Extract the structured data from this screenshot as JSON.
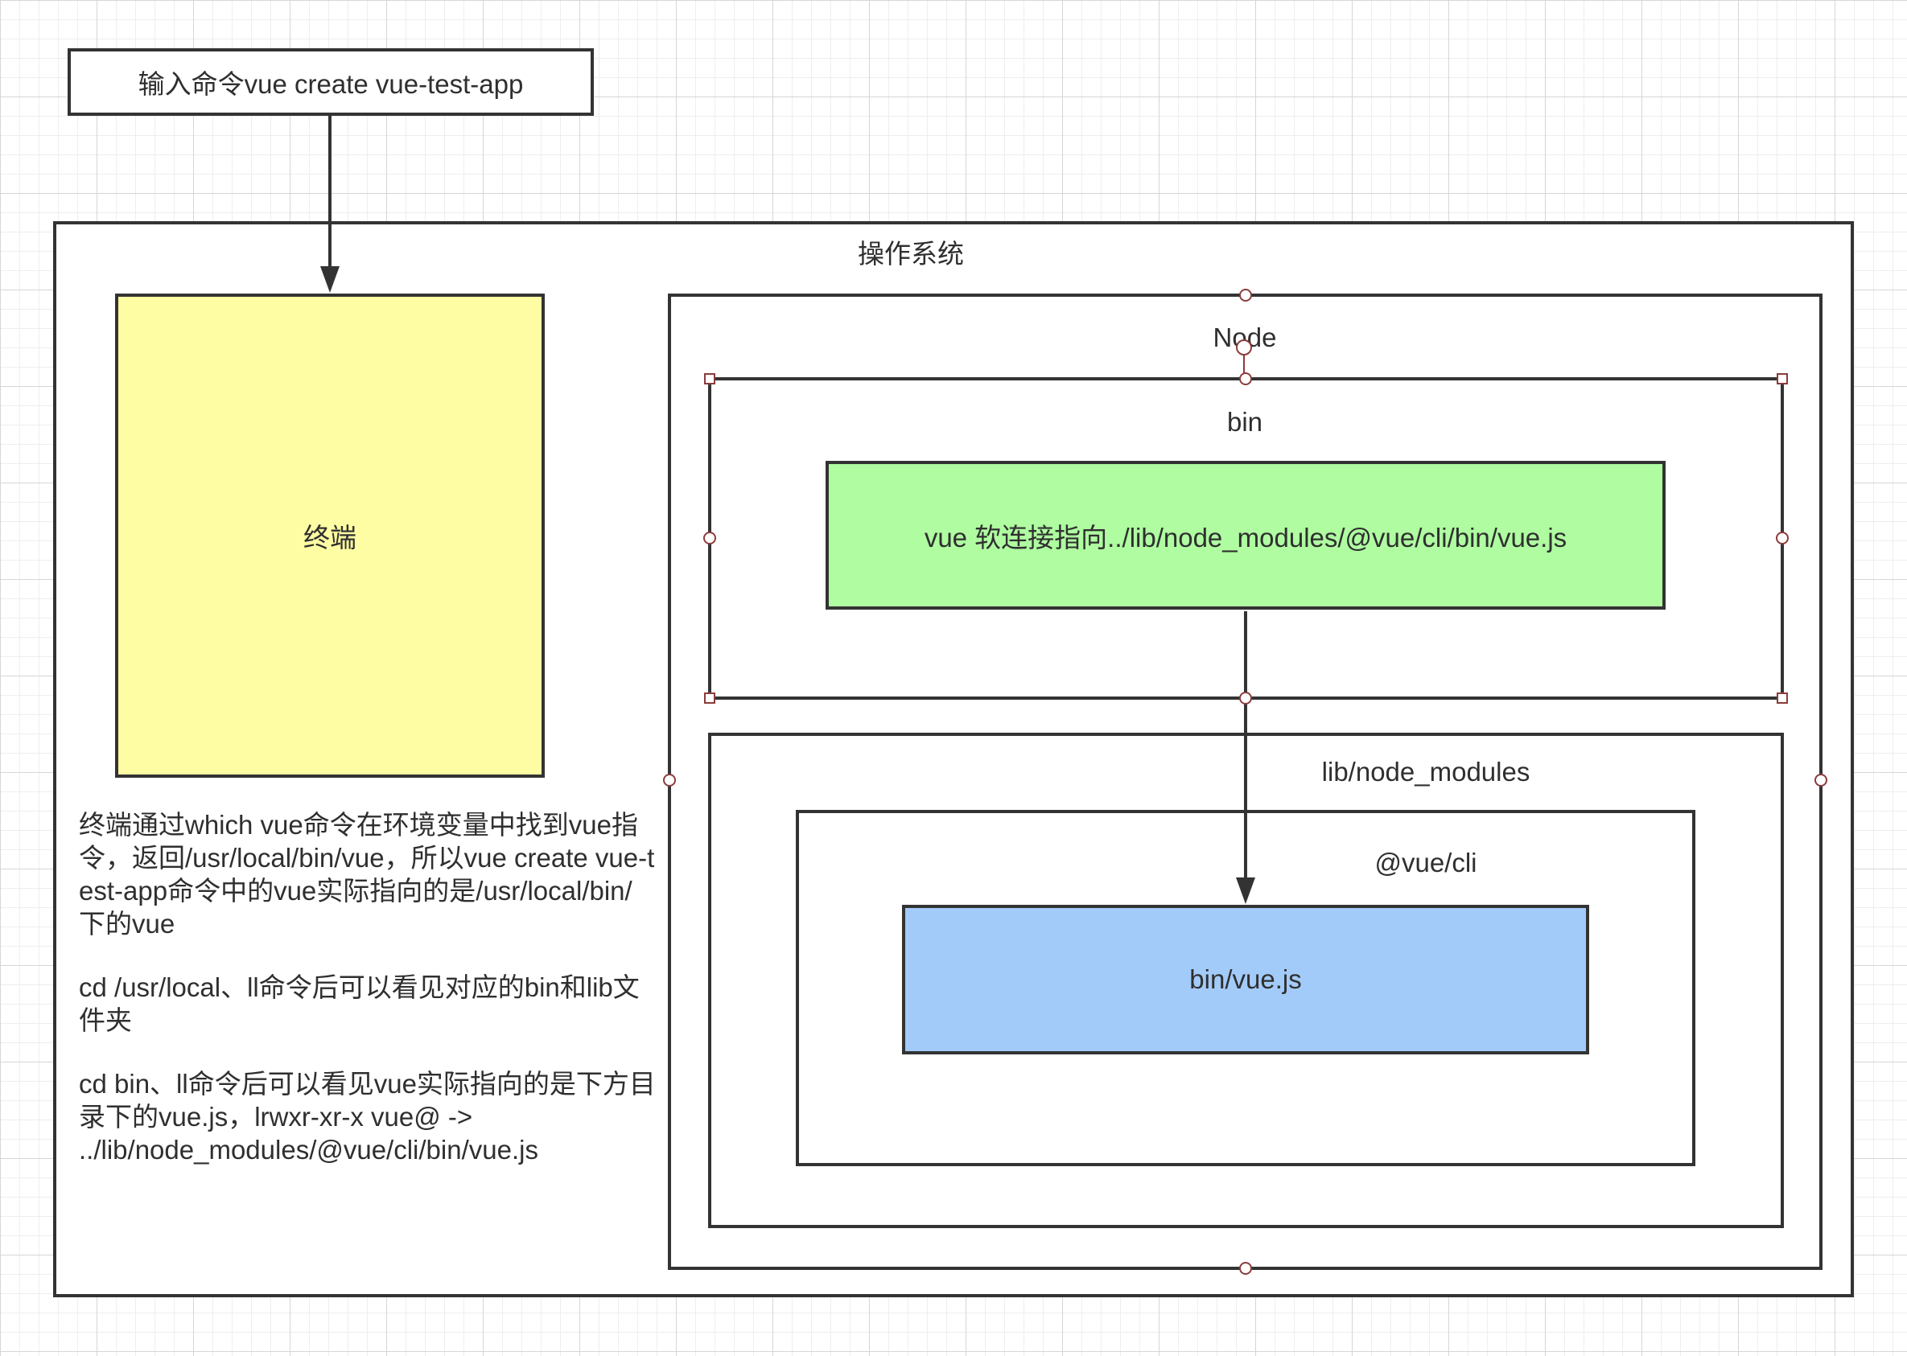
{
  "command_box": {
    "text": "输入命令vue create vue-test-app"
  },
  "os_box": {
    "title": "操作系统"
  },
  "terminal_box": {
    "text": "终端"
  },
  "node_box": {
    "title": "Node"
  },
  "bin_box": {
    "title": "bin"
  },
  "symlink_box": {
    "text": "vue 软连接指向../lib/node_modules/@vue/cli/bin/vue.js"
  },
  "lib_box": {
    "title": "lib/node_modules"
  },
  "vue_cli_box": {
    "title": "@vue/cli"
  },
  "vuejs_box": {
    "text": "bin/vue.js"
  },
  "notes": [
    {
      "text": "终端通过which vue命令在环境变量中找到vue指令，返回/usr/local/bin/vue，所以vue create vue-test-app命令中的vue实际指向的是/usr/local/bin/下的vue"
    },
    {
      "text": "cd /usr/local、ll命令后可以看见对应的bin和lib文件夹"
    },
    {
      "text": "cd bin、ll命令后可以看见vue实际指向的是下方目录下的vue.js，lrwxr-xr-x  vue@ ->\n../lib/node_modules/@vue/cli/bin/vue.js"
    }
  ],
  "colors": {
    "terminal_fill": "#FFFDA3",
    "symlink_fill": "#AFFCA1",
    "vuejs_fill": "#A3CBF9",
    "border": "#333333",
    "selection_handle": "#8B3B3B"
  }
}
